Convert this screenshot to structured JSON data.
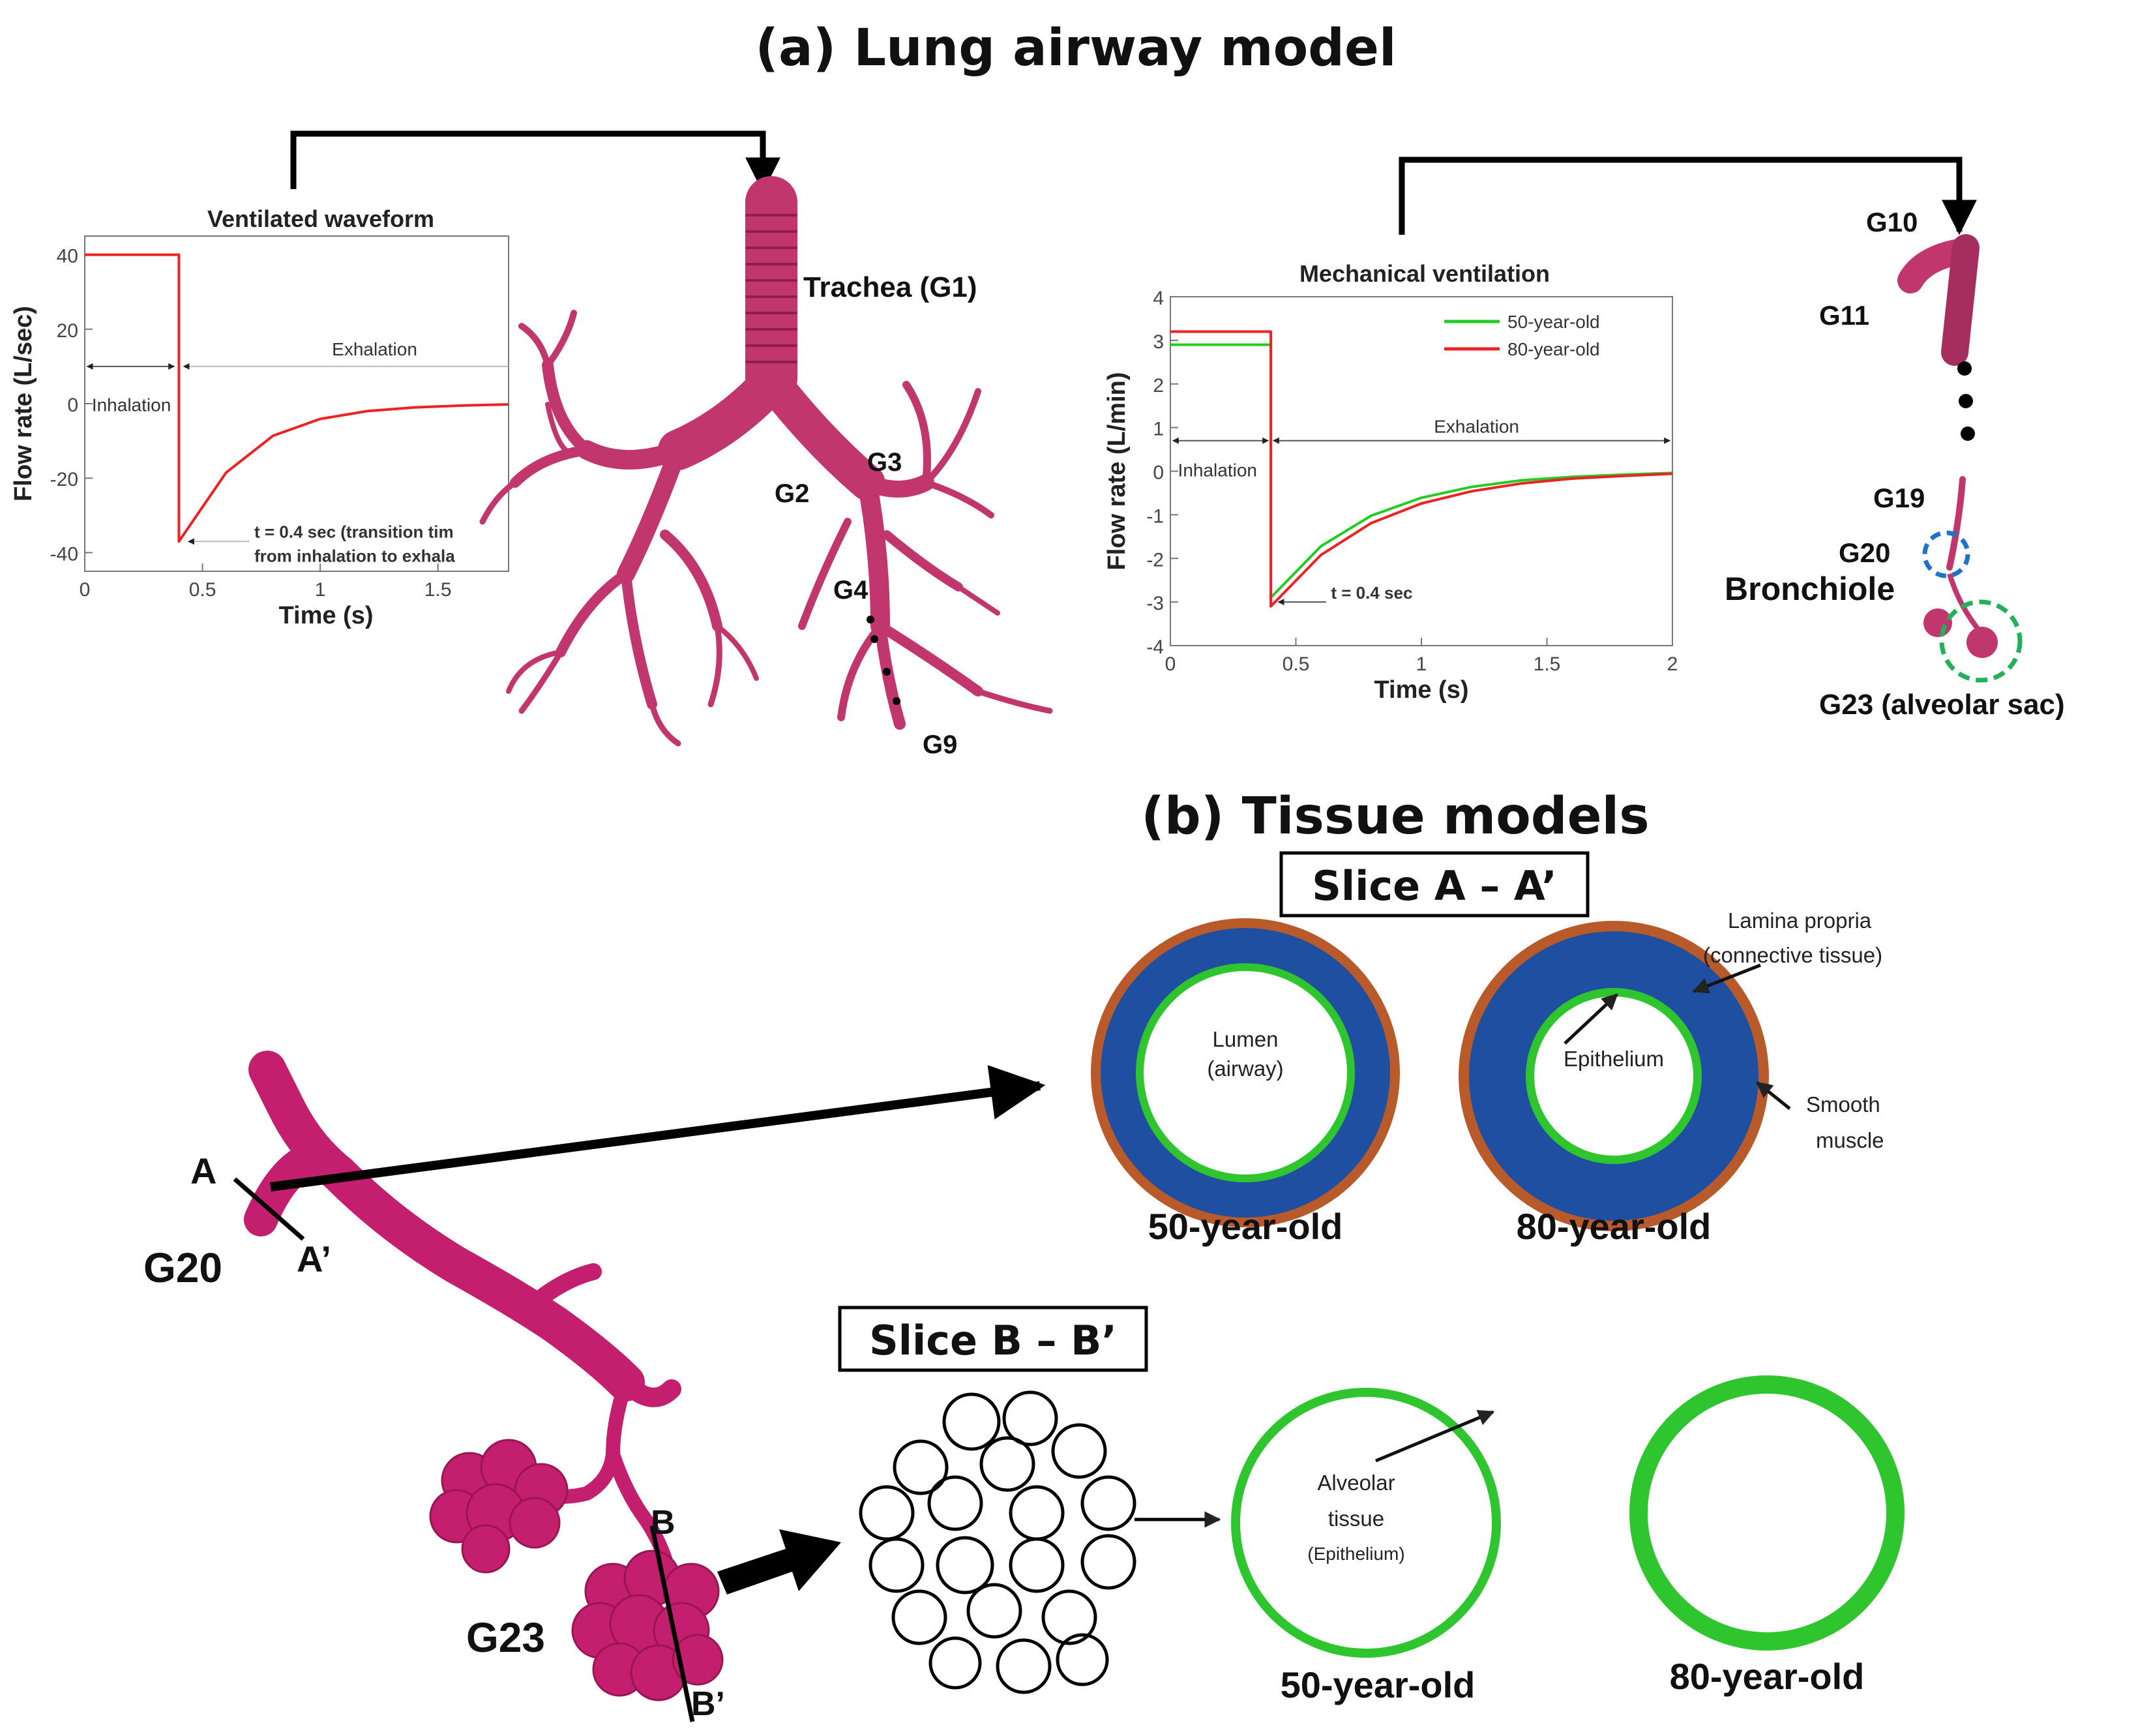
{
  "titles": {
    "part_a": "(a) Lung airway model",
    "part_b": "(b) Tissue models"
  },
  "colors": {
    "airway": "#C2366E",
    "airway_dark": "#8E1F4C",
    "red_curve": "#EE2222",
    "green_curve": "#22CC22",
    "lamina_blue": "#1F4FA0",
    "smooth_muscle": "#B85A2A",
    "epithelium_green": "#2EC52E",
    "blue_circle": "#1E73C8",
    "green_circle": "#22B05A"
  },
  "airway_labels": {
    "trachea": "Trachea (G1)",
    "g2": "G2",
    "g3": "G3",
    "g4": "G4",
    "g9": "G9",
    "g10": "G10",
    "g11": "G11",
    "g19": "G19",
    "g20": "G20",
    "bronchiole": "Bronchiole",
    "g23": "G23 (alveolar sac)"
  },
  "chart_data": [
    {
      "type": "line",
      "title": "Ventilated waveform",
      "xlabel": "Time (s)",
      "ylabel": "Flow rate (L/sec)",
      "xlim": [
        0,
        1.8
      ],
      "ylim": [
        -45,
        45
      ],
      "x_ticks": [
        "0",
        "0.5",
        "1",
        "1.5"
      ],
      "y_ticks": [
        "40",
        "20",
        "0",
        "-20",
        "-40"
      ],
      "series": [
        {
          "color": "#EE2222",
          "x": [
            0,
            0.4,
            0.4,
            0.6,
            0.8,
            1.0,
            1.2,
            1.4,
            1.6,
            1.8
          ],
          "y": [
            40,
            40,
            -37,
            -18.5,
            -8.6,
            -4.1,
            -2.0,
            -1.0,
            -0.5,
            -0.2
          ]
        }
      ],
      "annotations": {
        "inhalation": "Inhalation",
        "exhalation": "Exhalation",
        "transition_line1": "t = 0.4 sec (transition tim",
        "transition_line2": "from inhalation to exhala"
      }
    },
    {
      "type": "line",
      "title": "Mechanical ventilation",
      "xlabel": "Time (s)",
      "ylabel": "Flow rate (L/min)",
      "xlim": [
        0,
        2
      ],
      "ylim": [
        -4,
        4
      ],
      "x_ticks": [
        "0",
        "0.5",
        "1",
        "1.5",
        "2"
      ],
      "y_ticks": [
        "4",
        "3",
        "2",
        "1",
        "0",
        "-1",
        "-2",
        "-3",
        "-4"
      ],
      "legend_position": "top-right",
      "series": [
        {
          "name": "50-year-old",
          "color": "#22CC22",
          "x": [
            0,
            0.4,
            0.4,
            0.6,
            0.8,
            1.0,
            1.2,
            1.4,
            1.6,
            1.8,
            2.0
          ],
          "y": [
            2.9,
            2.9,
            -2.9,
            -1.72,
            -1.02,
            -0.61,
            -0.36,
            -0.21,
            -0.13,
            -0.08,
            -0.04
          ]
        },
        {
          "name": "80-year-old",
          "color": "#EE2222",
          "x": [
            0,
            0.4,
            0.4,
            0.6,
            0.8,
            1.0,
            1.2,
            1.4,
            1.6,
            1.8,
            2.0
          ],
          "y": [
            3.2,
            3.2,
            -3.1,
            -1.92,
            -1.19,
            -0.74,
            -0.46,
            -0.28,
            -0.17,
            -0.11,
            -0.06
          ]
        }
      ],
      "annotations": {
        "inhalation": "Inhalation",
        "exhalation": "Exhalation",
        "transition": "t = 0.4 sec"
      }
    }
  ],
  "tissue": {
    "slice_a": "Slice A – A’",
    "slice_b": "Slice B – B’",
    "lumen": "Lumen",
    "lumen_sub": "(airway)",
    "epithelium": "Epithelium",
    "lamina_line1": "Lamina propria",
    "lamina_line2": "(connective tissue)",
    "smooth_line1": "Smooth",
    "smooth_line2": "muscle",
    "alveolar_line1": "Alveolar",
    "alveolar_line2": "tissue",
    "alveolar_line3": "(Epithelium)",
    "age50": "50-year-old",
    "age80": "80-year-old",
    "label_a": "A",
    "label_a_prime": "A’",
    "label_b": "B",
    "label_b_prime": "B’",
    "label_g20": "G20",
    "label_g23": "G23"
  }
}
